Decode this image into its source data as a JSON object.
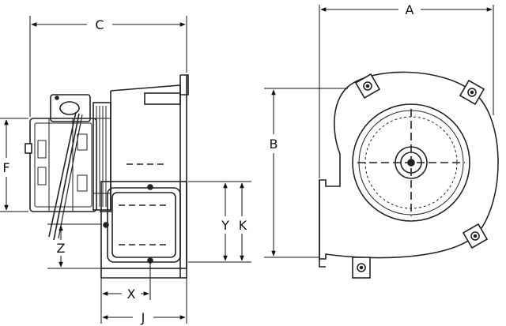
{
  "diagram": {
    "dimension_labels": {
      "a": "A",
      "b": "B",
      "c": "C",
      "f": "F",
      "j": "J",
      "k": "K",
      "x": "X",
      "y": "Y",
      "z": "Z"
    },
    "line_color": "#222222",
    "background": "#ffffff"
  }
}
